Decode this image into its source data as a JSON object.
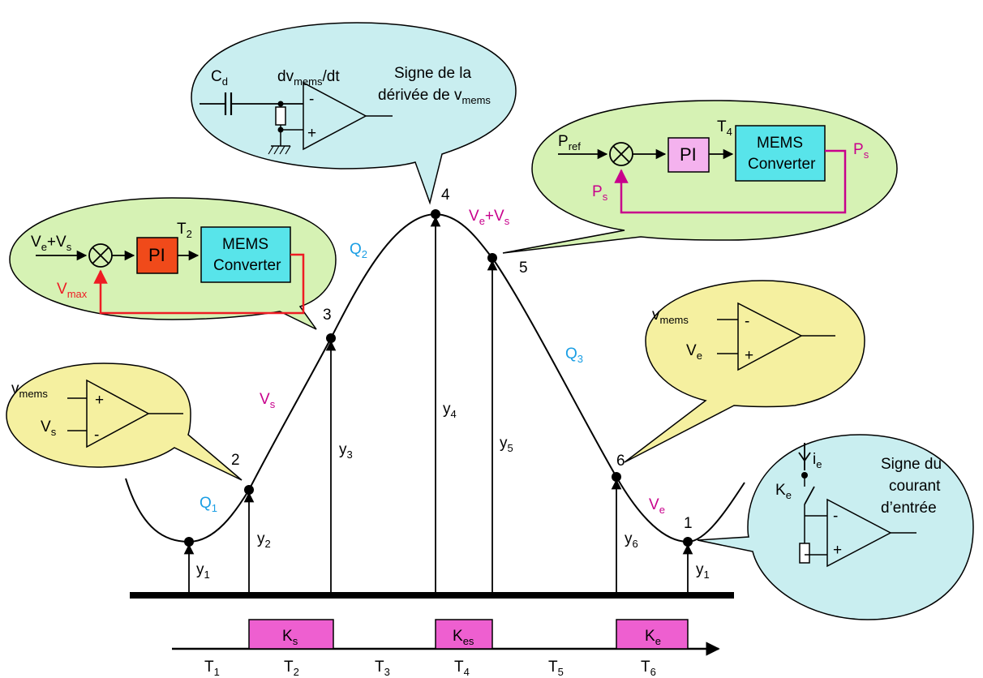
{
  "labels": {
    "pts": {
      "p1": "1",
      "p2": "2",
      "p3": "3",
      "p4": "4",
      "p5": "5",
      "p6": "6"
    },
    "y": {
      "y1": "y",
      "y1s": "1",
      "y2": "y",
      "y2s": "2",
      "y3": "y",
      "y3s": "3",
      "y4": "y",
      "y4s": "4",
      "y5": "y",
      "y5s": "5",
      "y6": "y",
      "y6s": "6",
      "y1r": "y",
      "y1rs": "1"
    },
    "q": {
      "q1": "Q",
      "q1s": "1",
      "q2": "Q",
      "q2s": "2",
      "q3": "Q",
      "q3s": "3"
    },
    "v": {
      "vs": "V",
      "vss": "s",
      "ve": "V",
      "ves": "e",
      "ves_a": "V",
      "ves_as": "e",
      "ves_plus": "+V",
      "ves_bs": "s"
    }
  },
  "intervals": [
    {
      "t": "T",
      "s": "1"
    },
    {
      "t": "T",
      "s": "2"
    },
    {
      "t": "T",
      "s": "3"
    },
    {
      "t": "T",
      "s": "4"
    },
    {
      "t": "T",
      "s": "5"
    },
    {
      "t": "T",
      "s": "6"
    }
  ],
  "switches": {
    "ks": {
      "k": "K",
      "s": "s"
    },
    "kes": {
      "k": "K",
      "s": "es"
    },
    "ke": {
      "k": "K",
      "s": "e"
    }
  },
  "bubble_vs": {
    "in_top": "v",
    "in_top_s": "mems",
    "in_bot": "V",
    "in_bot_s": "s",
    "plus": "+",
    "minus": "-"
  },
  "bubble_vmax": {
    "input": "V",
    "input_s": "e",
    "input_plus": "+V",
    "input_s2": "s",
    "pi": "PI",
    "t": "T",
    "ts": "2",
    "mems1": "MEMS",
    "mems2": "Converter",
    "fb": "V",
    "fb_s": "max"
  },
  "bubble_deriv": {
    "cap": "C",
    "cap_s": "d",
    "dv": "dv",
    "dv_s": "mems",
    "dv_tail": "/dt",
    "minus": "-",
    "plus": "+",
    "title1": "Signe de la",
    "title2": "dérivée de v",
    "title2_s": "mems"
  },
  "bubble_pref": {
    "input": "P",
    "input_s": "ref",
    "pi": "PI",
    "t": "T",
    "ts": "4",
    "mems1": "MEMS",
    "mems2": "Converter",
    "out": "P",
    "out_s": "s",
    "fb": "P",
    "fb_s": "s"
  },
  "bubble_ve": {
    "in_top": "v",
    "in_top_s": "mems",
    "in_bot": "V",
    "in_bot_s": "e",
    "minus": "-",
    "plus": "+"
  },
  "bubble_current": {
    "ie": "i",
    "ie_s": "e",
    "ke": "K",
    "ke_s": "e",
    "minus": "-",
    "plus": "+",
    "title1": "Signe du",
    "title2": "courant",
    "title3": "d’entrée"
  },
  "colors": {
    "cyan_bubble": "#c9eef0",
    "green_bubble": "#d6f2b4",
    "yellow_bubble": "#f5f0a0",
    "mems_box": "#58e4ea",
    "pi_red": "#f04a1a",
    "pi_pink": "#f4b2ee",
    "switch_pink": "#ee5fd0",
    "red": "#ee1c24",
    "magenta": "#c8008c",
    "blue_q": "#1a9ee4"
  }
}
